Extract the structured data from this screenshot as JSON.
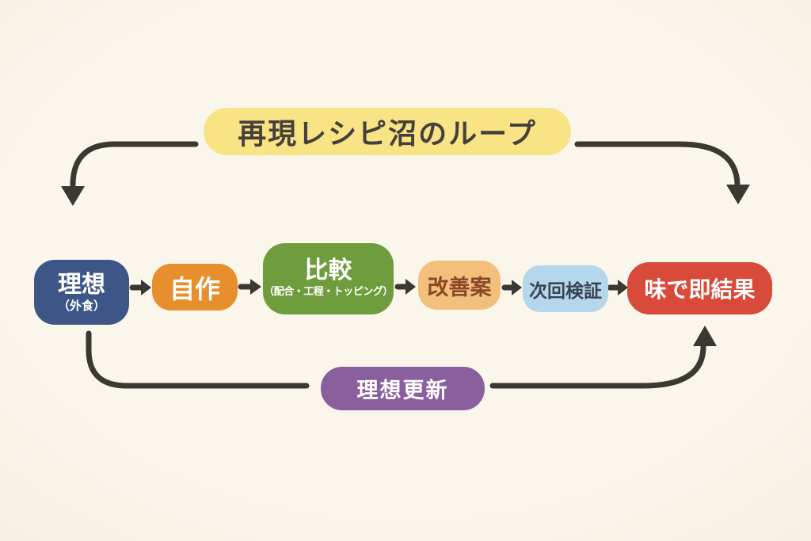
{
  "title": "再現レシピ沼のループ",
  "flow": {
    "nodes": [
      {
        "id": "ideal",
        "label": "理想",
        "sublabel": "（外食）",
        "color": "#3e5687",
        "text_color": "#ffffff"
      },
      {
        "id": "homemade",
        "label": "自作",
        "color": "#e78e2d",
        "text_color": "#ffffff"
      },
      {
        "id": "compare",
        "label": "比較",
        "sublabel": "（配合・工程・トッピング）",
        "color": "#6f9c3d",
        "text_color": "#ffffff"
      },
      {
        "id": "improvement",
        "label": "改善案",
        "color": "#f3bf7d",
        "text_color": "#8a4826"
      },
      {
        "id": "next-test",
        "label": "次回検証",
        "color": "#b5d7ec",
        "text_color": "#3a4350"
      },
      {
        "id": "taste-result",
        "label": "味で即結果",
        "color": "#d84a3a",
        "text_color": "#ffffff"
      }
    ],
    "feedback": {
      "id": "ideal-update",
      "label": "理想更新",
      "color": "#8a5f9d",
      "text_color": "#ffffff"
    }
  },
  "style": {
    "background": "#fbf6ec",
    "title_bg": "#f8e385",
    "title_text": "#45403a",
    "arrow_color": "#3b3733"
  }
}
